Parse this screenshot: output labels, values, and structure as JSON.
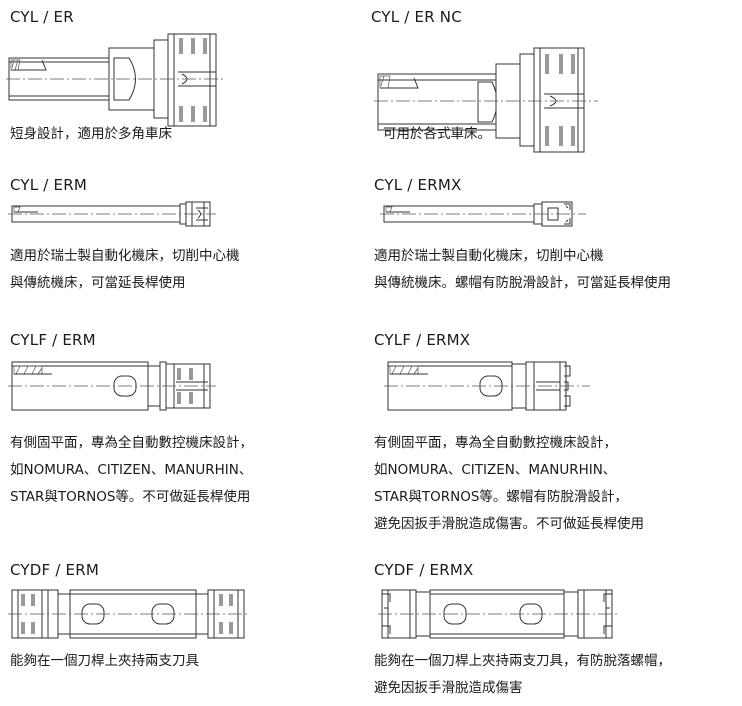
{
  "colors": {
    "text": "#1a1a1a",
    "line": "#333333"
  },
  "items": [
    {
      "title": "CYL / ER",
      "lines": [
        "短身設計，適用於多角車床"
      ]
    },
    {
      "title": "CYL / ER NC",
      "lines": [
        "可用於各式車床。"
      ]
    },
    {
      "title": "CYL / ERM",
      "lines": [
        "適用於瑞士製自動化機床，切削中心機",
        "與傳統機床，可當延長桿使用"
      ]
    },
    {
      "title": "CYL / ERMX",
      "lines": [
        "適用於瑞士製自動化機床，切削中心機",
        "與傳統機床。螺帽有防脫滑設計，可當延長桿使用"
      ]
    },
    {
      "title": "CYLF / ERM",
      "lines": [
        "有側固平面，專為全自動數控機床設計，",
        "如NOMURA、CITIZEN、MANURHIN、",
        "STAR與TORNOS等。不可做延長桿使用"
      ]
    },
    {
      "title": "CYLF / ERMX",
      "lines": [
        "有側固平面，專為全自動數控機床設計，",
        "如NOMURA、CITIZEN、MANURHIN、",
        "STAR與TORNOS等。螺帽有防脫滑設計，",
        "避免因扳手滑脫造成傷害。不可做延長桿使用"
      ]
    },
    {
      "title": "CYDF / ERM",
      "lines": [
        "能夠在一個刀桿上夾持兩支刀具"
      ]
    },
    {
      "title": "CYDF / ERMX",
      "lines": [
        "能夠在一個刀桿上夾持兩支刀具，有防脫落螺帽，",
        "避免因扳手滑脫造成傷害"
      ]
    }
  ]
}
